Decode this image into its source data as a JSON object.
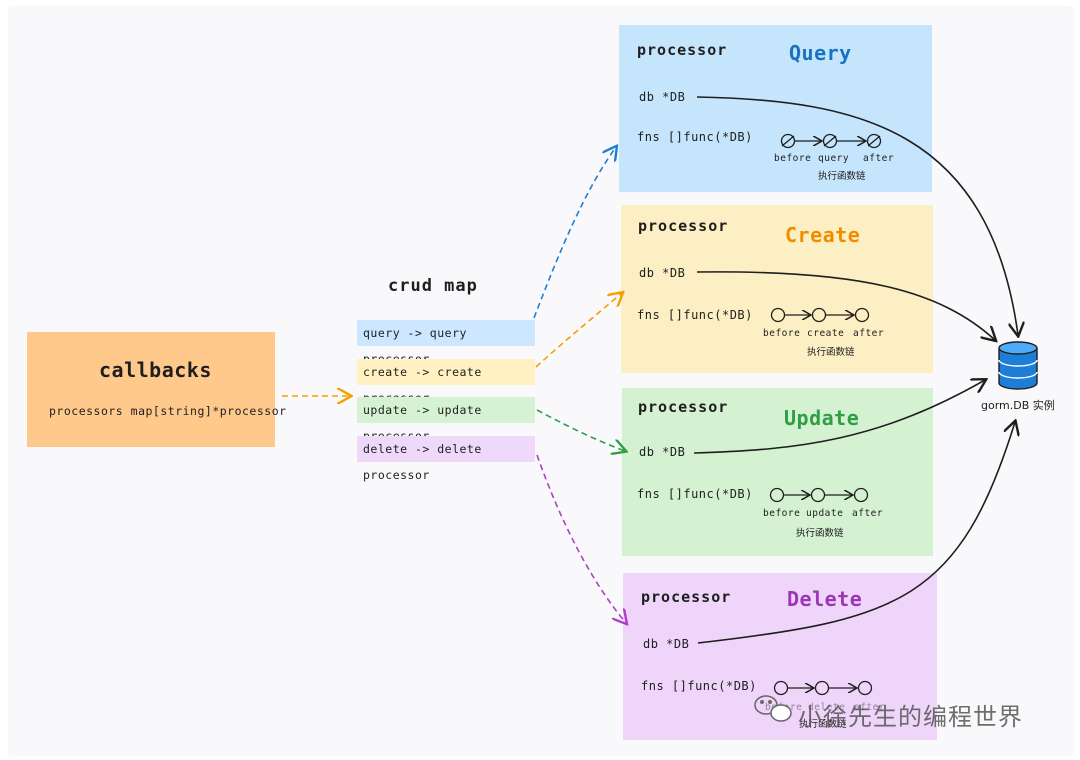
{
  "callbacks": {
    "title": "callbacks",
    "field": "processors   map[string]*processor",
    "color": "#ffc98c"
  },
  "crud_map": {
    "title": "crud   map",
    "items": [
      {
        "key": "query",
        "label": "query -> query processor",
        "color": "#cce7ff"
      },
      {
        "key": "create",
        "label": "create -> create processor",
        "color": "#fff1c2"
      },
      {
        "key": "update",
        "label": "update -> update processor",
        "color": "#d5f3d3"
      },
      {
        "key": "delete",
        "label": "delete -> delete processor",
        "color": "#eed9fa"
      }
    ]
  },
  "processors": [
    {
      "key": "query",
      "header": "processor",
      "name": "Query",
      "name_color": "#1971c2",
      "bg": "#c5e5fd",
      "db_line": "db   *DB",
      "fns_line": "fns   []func(*DB)",
      "chain": [
        "before",
        "query",
        "after"
      ],
      "chain_caption": "执行函数链"
    },
    {
      "key": "create",
      "header": "processor",
      "name": "Create",
      "name_color": "#f08c00",
      "bg": "#fdefc4",
      "db_line": "db   *DB",
      "fns_line": "fns   []func(*DB)",
      "chain": [
        "before",
        "create",
        "after"
      ],
      "chain_caption": "执行函数链"
    },
    {
      "key": "update",
      "header": "processor",
      "name": "Update",
      "name_color": "#2f9e44",
      "bg": "#d4f2d2",
      "db_line": "db   *DB",
      "fns_line": "fns   []func(*DB)",
      "chain": [
        "before",
        "update",
        "after"
      ],
      "chain_caption": "执行函数链"
    },
    {
      "key": "delete",
      "header": "processor",
      "name": "Delete",
      "name_color": "#9c36b5",
      "bg": "#f0d5fb",
      "db_line": "db   *DB",
      "fns_line": "fns   []func(*DB)",
      "chain": [
        "before",
        "delete",
        "after"
      ],
      "chain_caption": "执行函数链"
    }
  ],
  "gorm_db": {
    "label": "gorm.DB  实例",
    "color": "#1c7ed6",
    "icon": "database-icon"
  },
  "watermark": {
    "text": "小徐先生的编程世界",
    "icon": "wechat-icon"
  },
  "arrow_colors": {
    "callbacks": "#f59f00",
    "query": "#1c7ed6",
    "create": "#f59f00",
    "update": "#2f9e44",
    "delete": "#ae3ec9",
    "db": "#1e1e1e"
  }
}
